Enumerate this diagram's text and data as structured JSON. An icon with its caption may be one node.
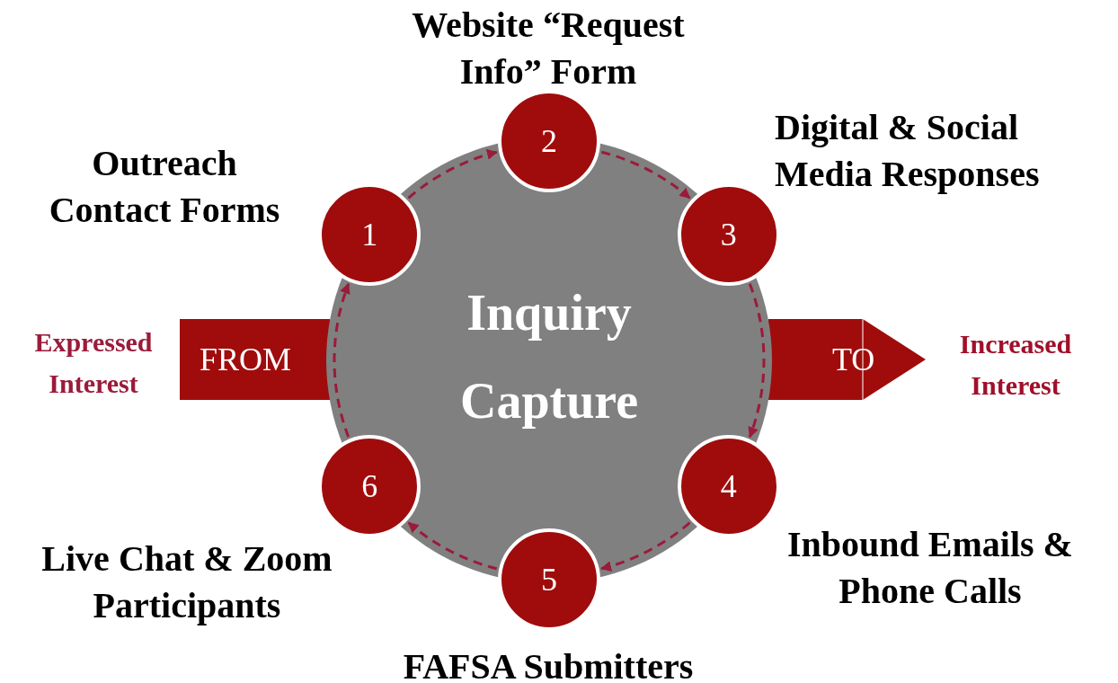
{
  "diagram": {
    "nodes": [
      {
        "text": [
          "Inquiry Capture"
        ]
      },
      {
        "text": [
          "1"
        ],
        "beside": [
          "Outreach Contact Forms"
        ]
      },
      {
        "text": [
          "2"
        ],
        "beside": [
          "Website “Request Info” Form"
        ]
      },
      {
        "text": [
          "3"
        ],
        "beside": [
          "Digital & Social Media Responses"
        ]
      },
      {
        "text": [
          "4"
        ],
        "beside": [
          "Inbound Emails & Phone Calls"
        ]
      },
      {
        "text": [
          "5"
        ],
        "beside": [
          "FAFSA Submitters"
        ]
      },
      {
        "text": [
          "6"
        ],
        "beside": [
          "Live Chat & Zoom Participants"
        ]
      },
      {
        "text": [
          "FROM"
        ],
        "beside": [
          "Expressed Interest"
        ]
      },
      {
        "text": [
          "TO"
        ],
        "beside": [
          "Increased Interest"
        ]
      }
    ],
    "edges": [
      {
        "from": 1,
        "to": 2,
        "arrow": "to",
        "style": "dashed"
      },
      {
        "from": 2,
        "to": 3,
        "arrow": "to",
        "style": "dashed"
      },
      {
        "from": 3,
        "to": 4,
        "arrow": "to",
        "style": "dashed"
      },
      {
        "from": 4,
        "to": 5,
        "arrow": "to",
        "style": "dashed"
      },
      {
        "from": 5,
        "to": 6,
        "arrow": "to",
        "style": "dashed"
      },
      {
        "from": 6,
        "to": 1,
        "arrow": "to",
        "style": "dashed"
      }
    ]
  }
}
